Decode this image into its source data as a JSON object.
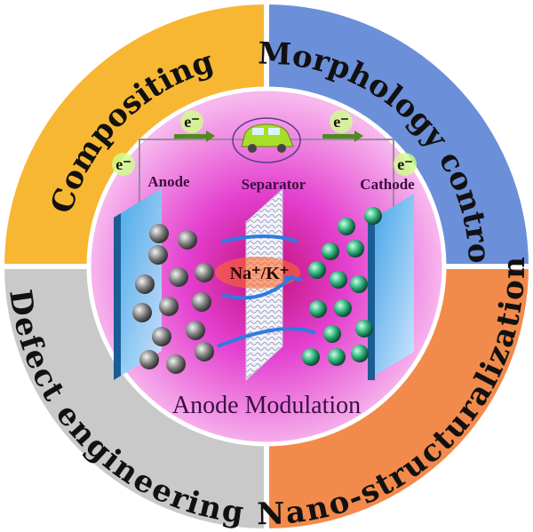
{
  "ring": {
    "top_left": "Compositing",
    "top_right": "Morphology control",
    "bottom_left": "Defect engineering",
    "bottom_right": "Nano-structuralization"
  },
  "center": {
    "title": "Anode Modulation",
    "anode": "Anode",
    "separator": "Separator",
    "cathode": "Cathode",
    "ions": "Na⁺/K⁺",
    "electron": "e⁻"
  },
  "colors": {
    "top_left": "#f7b733",
    "top_right": "#6c8fd9",
    "bottom_right": "#f28a4c",
    "bottom_left": "#c9c9c9",
    "center": "#e84fd6"
  }
}
